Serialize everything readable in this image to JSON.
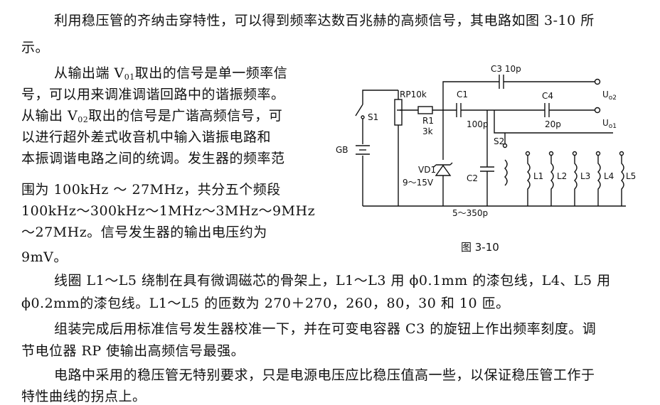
{
  "paragraph1": {
    "line1": "利用稳压管的齐纳击穿特性，可以得到频率达数百兆赫的高频信号，其电路如图 3-10 所",
    "line2": "示。"
  },
  "paragraph2": {
    "line1_pre": "从输出端 V",
    "line1_sub": "01",
    "line1_post": "取出的信号是单一频率信",
    "line2": "号，可以用来调准调谐回路中的谐振频率。",
    "line3_pre": "从输出 V",
    "line3_sub": "02",
    "line3_post": "取出的信号是广谐高频信号，可",
    "line4": "以进行超外差式收音机中输入谐振电路和",
    "line5": "本振调谐电路之间的统调。发生器的频率范",
    "line6": "围为 100kHz ～ 27MHz，共分五个频段",
    "line7": "100kHz～300kHz～1MHz～3MHz～9MHz",
    "line8": "～27MHz。信号发生器的输出电压约为",
    "line9": "9mV。"
  },
  "paragraph3": {
    "line1": "线圈 L1～L5 绕制在具有微调磁芯的骨架上，L1～L3 用 ϕ0.1mm 的漆包线，L4、L5 用",
    "line2": "ϕ0.2mm的漆包线。L1～L5 的匝数为 270＋270，260，80，30 和 10 匝。"
  },
  "paragraph4": {
    "line1": "组装完成后用标准信号发生器校准一下，并在可变电容器 C3 的旋钮上作出频率刻度。调",
    "line2": "节电位器 RP 使输出高频信号最强。"
  },
  "paragraph5": {
    "line1": "电路中采用的稳压管无特别要求，只是电源电压应比稳压值高一些，以保证稳压管工作于",
    "line2": "特性曲线的拐点上。"
  },
  "figure": {
    "caption": "图 3-10",
    "labels": {
      "c3": "C3 10p",
      "rp": "RP10k",
      "c1": "C1",
      "c4": "C4",
      "uo2_main": "U",
      "uo2_sub": "o2",
      "uo1_main": "U",
      "uo1_sub": "o1",
      "s1": "S1",
      "r1": "R1",
      "r1_val": "3k",
      "c1_val": "100p",
      "c4_val": "20p",
      "s2": "S2",
      "gb": "GB",
      "vd1": "VD1",
      "vd1_val": "9～15V",
      "c2": "C2",
      "c2_val": "5～350p",
      "l1": "L1",
      "l2": "L2",
      "l3": "L3",
      "l4": "L4",
      "l5": "L5"
    }
  }
}
